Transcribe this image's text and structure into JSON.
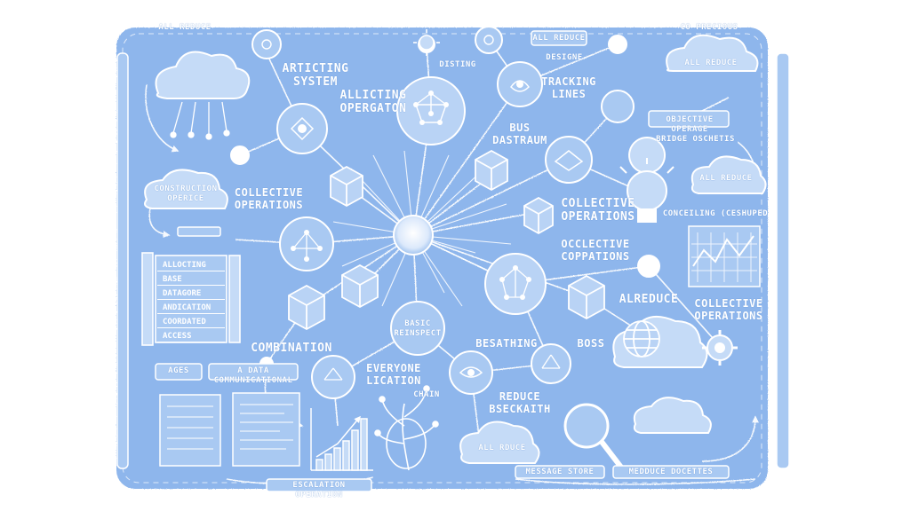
{
  "colors": {
    "background": "#8eb6ec",
    "ink": "#ffffff",
    "shade": "#6d9ad8"
  },
  "labels": {
    "top_left": "ALL REDUCE",
    "top_right": "CO PRECIOUS",
    "top_center_pill": "ALL REDUCE",
    "artisting_system": "ARTICTING\nSYSTEM",
    "allicting_operation": "ALLICTING\nOPERGATON",
    "tracking_lines": "TRACKING\nLINES",
    "bus_dastraum": "BUS\nDASTRAUM",
    "distinc": "DISTING",
    "design": "DESIGNE",
    "cloud_top_right": "ALL REDUCE",
    "tiny_top_right_1": "OBJECTIVE OPERAGE",
    "tiny_top_right_2": "BRIDGE OSCHETIS",
    "cloud_left": "CONSTRUCTION\nOPERICE",
    "collective_ops_left": "COLLECTIVE\nOPERATIONS",
    "cloud_right": "ALL REDUCE",
    "collective_ops_center": "COLLECTIVE\nOPERATIONS",
    "occlective_coppations": "OCCLECTIVE\nCOPPATIONS",
    "conceiling_ceshuped": "CONCEILING (CESHUPED",
    "allreduce_right": "ALREDUCE",
    "collective_ops_right": "COLLECTIVE\nOPERATIONS",
    "combination": "COMBINATION",
    "basic_reinspect": "BASIC\nREINSPECT",
    "berthing": "BESATHING",
    "boss": "BOSS",
    "everyone_location": "EVERYONE\nLICATION",
    "reduce_bsckaith": "REDUCE\nBSECKAITH",
    "all_rduce_cloud": "ALL RDUCE",
    "message_store": "MESSAGE STORE",
    "medduce_docettes": "MEDDUCE DOCETTES",
    "escalation_operation": "ESCALATION OPERATION",
    "ages": "AGES",
    "a_data_communication": "A DATA COMMUNICATIONAL",
    "bottom_small": "CHAIN"
  },
  "left_list": [
    "ALLOCTING",
    "BASE",
    "DATAGORE",
    "ANDICATION",
    "COORDATED",
    "ACCESS"
  ]
}
